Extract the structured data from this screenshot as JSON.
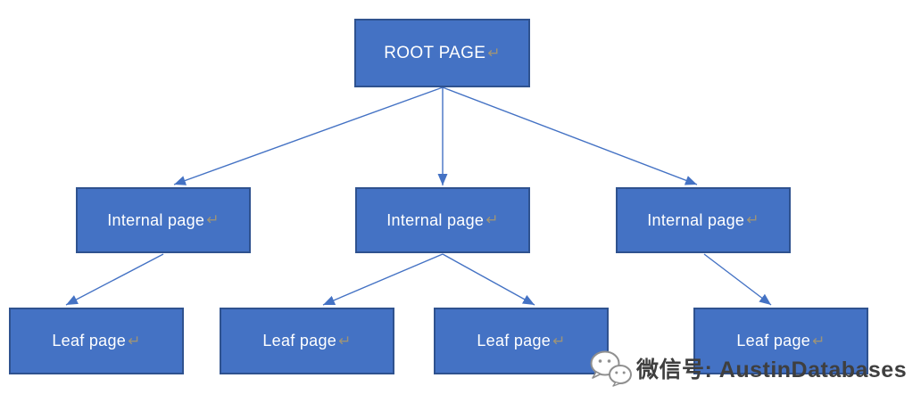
{
  "diagram": {
    "nodes": [
      {
        "id": "root",
        "label": "ROOT PAGE",
        "eol_mark": "↵"
      },
      {
        "id": "internal-1",
        "label": "Internal page",
        "eol_mark": "↵"
      },
      {
        "id": "internal-2",
        "label": "Internal page",
        "eol_mark": "↵"
      },
      {
        "id": "internal-3",
        "label": "Internal page",
        "eol_mark": "↵"
      },
      {
        "id": "leaf-1",
        "label": "Leaf page",
        "eol_mark": "↵"
      },
      {
        "id": "leaf-2",
        "label": "Leaf page",
        "eol_mark": "↵"
      },
      {
        "id": "leaf-3",
        "label": "Leaf page",
        "eol_mark": "↵"
      },
      {
        "id": "leaf-4",
        "label": "Leaf page",
        "eol_mark": "↵"
      }
    ],
    "edges": [
      {
        "from": "root",
        "to": "internal-1"
      },
      {
        "from": "root",
        "to": "internal-2"
      },
      {
        "from": "root",
        "to": "internal-3"
      },
      {
        "from": "internal-1",
        "to": "leaf-1"
      },
      {
        "from": "internal-2",
        "to": "leaf-2"
      },
      {
        "from": "internal-2",
        "to": "leaf-3"
      },
      {
        "from": "internal-3",
        "to": "leaf-4"
      }
    ],
    "colors": {
      "node_fill": "#4472C4",
      "node_border": "#2F528F",
      "arrow": "#4472C4",
      "node_text": "#FFFFFF",
      "eol_mark": "#9E9478",
      "watermark_text": "#3F3F3F"
    }
  },
  "watermark": {
    "icon": "wechat-icon",
    "label": "微信号: AustinDatabases"
  }
}
